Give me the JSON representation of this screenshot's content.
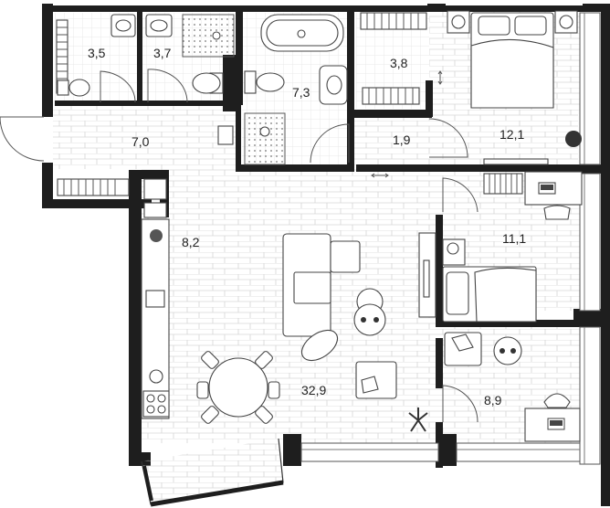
{
  "plan": {
    "rooms": [
      {
        "id": "bath-small",
        "area": "3,5"
      },
      {
        "id": "bath-shower",
        "area": "3,7"
      },
      {
        "id": "closet",
        "area": "3,8"
      },
      {
        "id": "bathroom-main",
        "area": "7,3"
      },
      {
        "id": "hall-entry",
        "area": "7,0"
      },
      {
        "id": "corridor",
        "area": "1,9"
      },
      {
        "id": "bedroom-master",
        "area": "12,1"
      },
      {
        "id": "kitchen",
        "area": "8,2"
      },
      {
        "id": "bedroom-2",
        "area": "11,1"
      },
      {
        "id": "living",
        "area": "32,9"
      },
      {
        "id": "bedroom-3",
        "area": "8,9"
      }
    ],
    "colors": {
      "wall": "#1e1e1e",
      "floor_line": "#d4d4d4",
      "text": "#222222"
    }
  }
}
